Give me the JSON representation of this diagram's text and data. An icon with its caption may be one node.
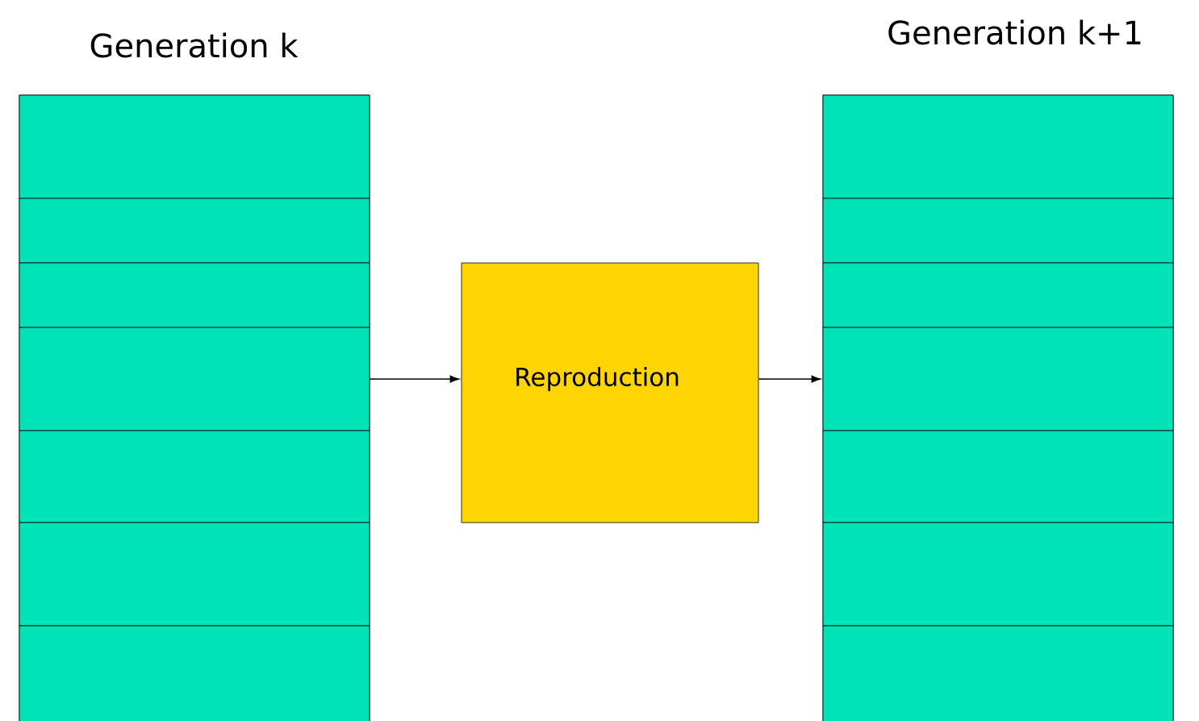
{
  "diagram": {
    "nodes": [
      {
        "text": [
          "Generation k"
        ]
      },
      {
        "text": [],
        "shape": "box",
        "in": 0
      },
      {
        "text": [],
        "shape": "box",
        "in": 0
      },
      {
        "text": [],
        "shape": "box",
        "in": 0
      },
      {
        "text": [],
        "shape": "box",
        "in": 0
      },
      {
        "text": [],
        "shape": "box",
        "in": 0
      },
      {
        "text": [],
        "shape": "box",
        "in": 0
      },
      {
        "text": [],
        "shape": "box",
        "in": 0
      },
      {
        "text": [
          "Reproduction"
        ]
      },
      {
        "text": [
          "Generation k+1"
        ]
      },
      {
        "text": [],
        "shape": "box",
        "in": 9
      },
      {
        "text": [],
        "shape": "box",
        "in": 9
      },
      {
        "text": [],
        "shape": "box",
        "in": 9
      },
      {
        "text": [],
        "shape": "box",
        "in": 9
      },
      {
        "text": [],
        "shape": "box",
        "in": 9
      },
      {
        "text": [],
        "shape": "box",
        "in": 9
      },
      {
        "text": [],
        "shape": "box",
        "in": 9
      }
    ],
    "edges": [
      {
        "from": 4,
        "to": 8,
        "arrow": "to"
      },
      {
        "from": 8,
        "to": 13,
        "arrow": "to"
      }
    ]
  }
}
